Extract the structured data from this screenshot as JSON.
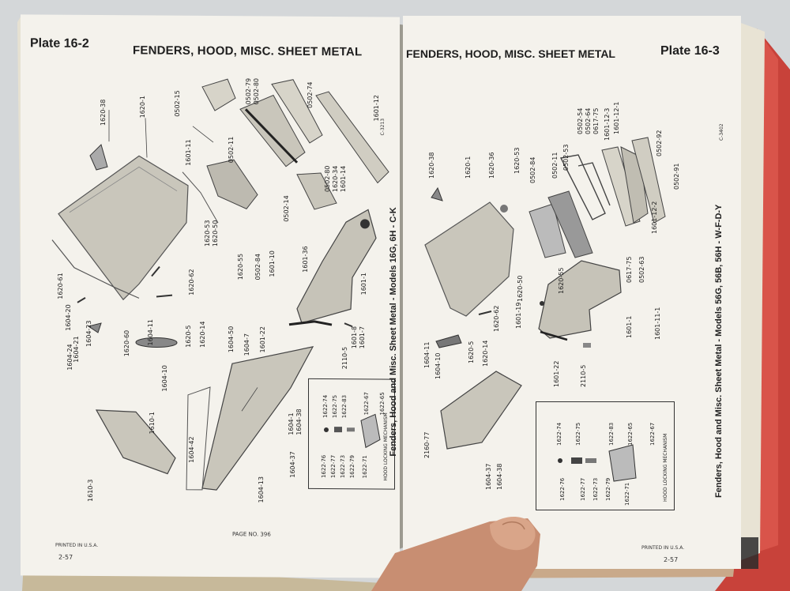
{
  "left_page": {
    "plate": "Plate 16-2",
    "title": "FENDERS, HOOD, MISC. SHEET METAL",
    "side_title": "Fenders, Hood and Misc. Sheet Metal - Models 16G, 6H - C-K",
    "page_no": "PAGE NO. 396",
    "printed": "PRINTED IN U.S.A.",
    "folio": "2-57",
    "inset_caption": "HOOD LOCKING MECHANISM",
    "inset_parts": [
      "1622-74",
      "1622-75",
      "1622-83",
      "1622-67",
      "1622-65",
      "1622-76",
      "1622-77",
      "1622-73",
      "1622-79",
      "1622-71"
    ],
    "parts": [
      "1620-38",
      "1620-1",
      "0502-15",
      "0502-79",
      "0502-80",
      "0502-74",
      "1601-12",
      "1601-11",
      "0502-11",
      "0502-80",
      "1620-34",
      "1601-14",
      "1620-53",
      "1620-50",
      "0502-14",
      "1620-55",
      "0502-84",
      "1601-10",
      "1601-36",
      "1620-61",
      "1620-62",
      "1604-20",
      "1604-21",
      "1604-23",
      "1604-24",
      "1620-60",
      "1604-11",
      "1620-5",
      "1620-14",
      "1601-1",
      "1604-10",
      "1604-50",
      "1604-7",
      "1601-22",
      "2110-5",
      "1601-8",
      "1601-7",
      "1610-1",
      "1604-42",
      "1610-3",
      "1604-1",
      "1604-38",
      "1604-37",
      "1604-13"
    ],
    "corner_code": "C-3213"
  },
  "right_page": {
    "plate": "Plate 16-3",
    "title": "FENDERS, HOOD, MISC. SHEET METAL",
    "side_title": "Fenders, Hood and Misc. Sheet Metal - Models 56G, 56B, 56H - W-F-D-Y",
    "printed": "PRINTED IN U.S.A.",
    "folio": "2-57",
    "inset_caption": "HOOD LOCKING MECHANISM",
    "inset_parts": [
      "1622-74",
      "1622-75",
      "1622-83",
      "1622-65",
      "1622-67",
      "1622-76",
      "1622-77",
      "1622-73",
      "1622-79",
      "1622-71"
    ],
    "parts": [
      "1620-38",
      "1620-1",
      "1620-36",
      "1620-53",
      "0502-84",
      "0502-11",
      "0502-53",
      "0502-54",
      "0502-64",
      "0617-75",
      "1601-12-3",
      "1601-12-1",
      "0502-92",
      "0502-91",
      "1601-12-2",
      "0617-75",
      "0502-63",
      "1620-50",
      "1620-55",
      "1620-62",
      "1601-19",
      "1601-1",
      "1601-11-1",
      "1604-11",
      "1604-10",
      "1620-5",
      "1620-14",
      "1601-22",
      "2110-5",
      "2160-77",
      "1604-37",
      "1604-38"
    ],
    "corner_code": "C-3402"
  }
}
